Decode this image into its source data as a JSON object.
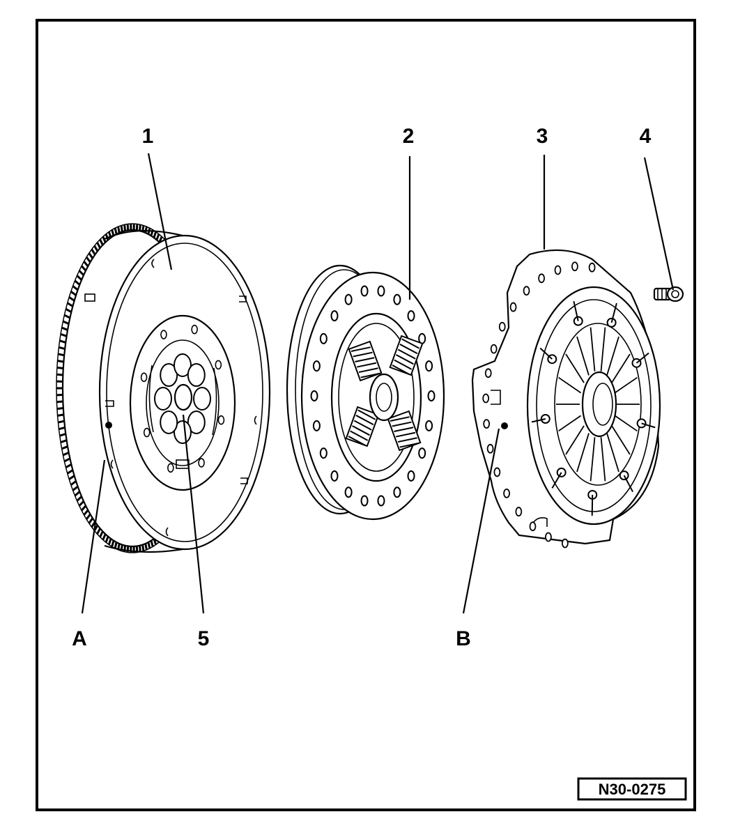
{
  "diagram": {
    "callouts": {
      "c1": "1",
      "c2": "2",
      "c3": "3",
      "c4": "4",
      "c5": "5",
      "cA": "A",
      "cB": "B"
    },
    "reference_code": "N30-0275"
  },
  "colors": {
    "ink": "#000000",
    "paper": "#ffffff"
  },
  "parts": [
    "flywheel",
    "clutch-disc",
    "pressure-plate",
    "bolt",
    "flywheel-hub"
  ]
}
